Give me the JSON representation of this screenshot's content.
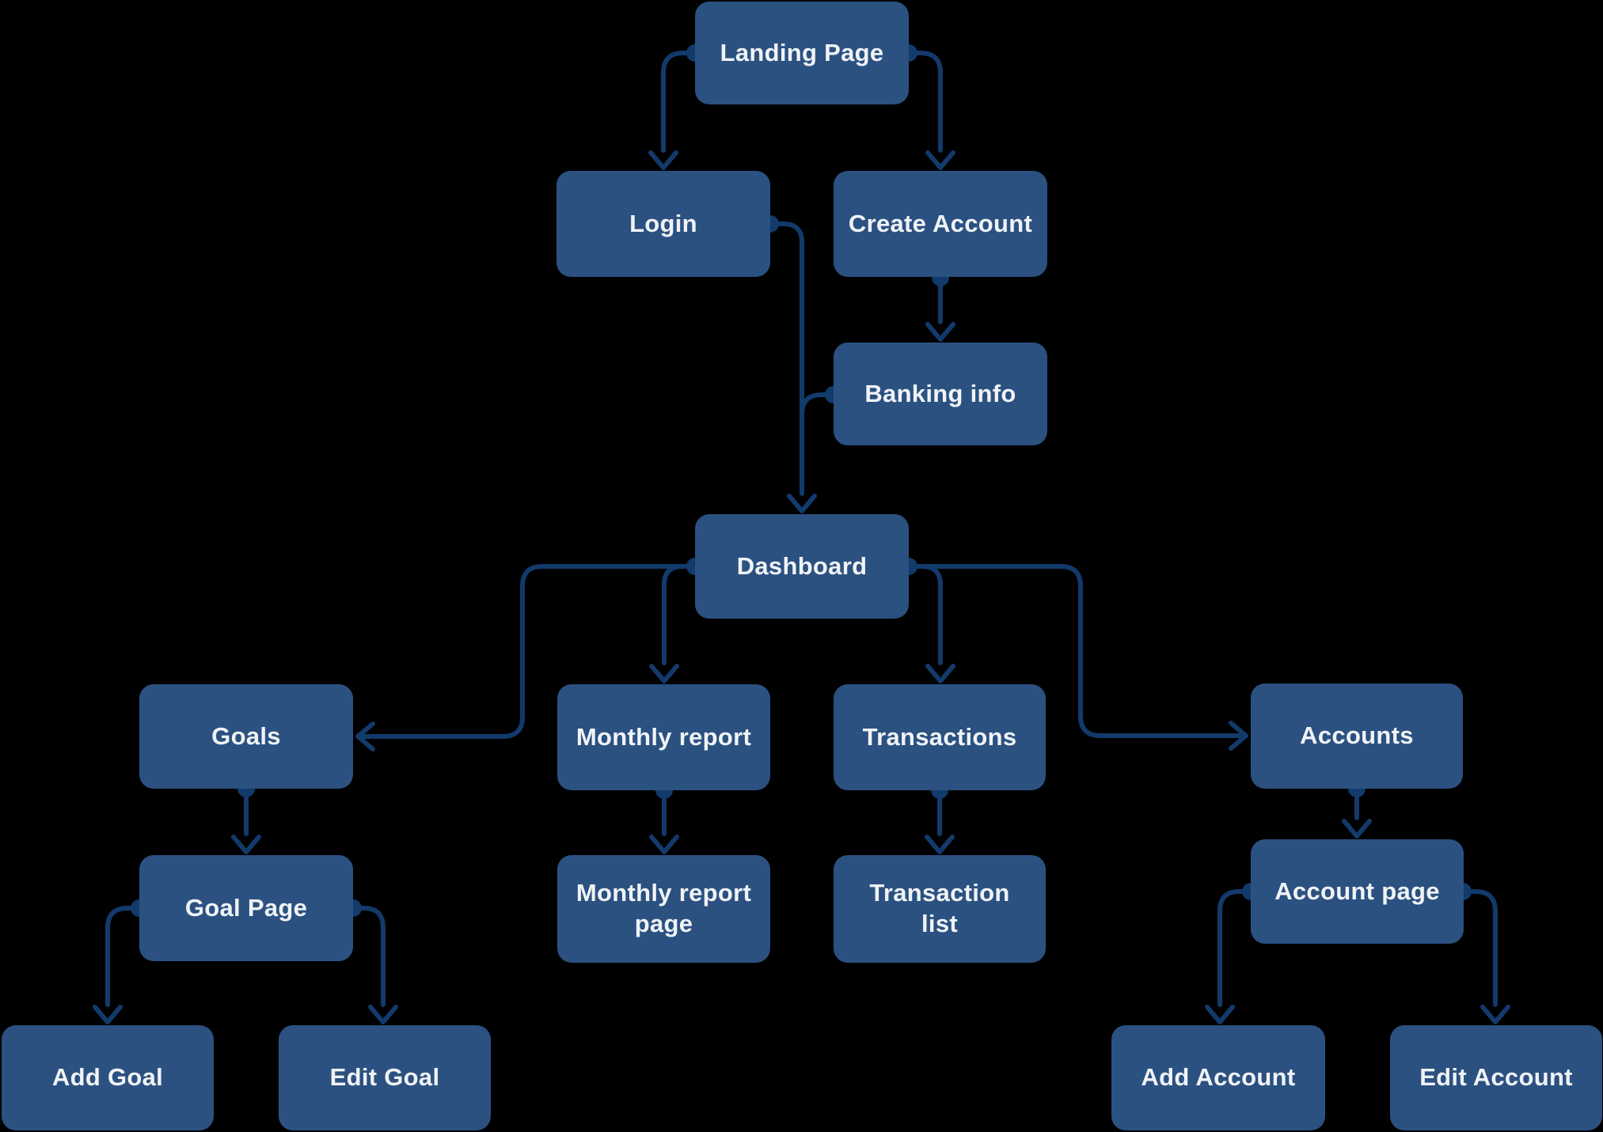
{
  "diagram": {
    "type": "sitemap-flowchart",
    "nodes": {
      "landing_page": {
        "label": "Landing Page"
      },
      "login": {
        "label": "Login"
      },
      "create_account": {
        "label": "Create Account"
      },
      "banking_info": {
        "label": "Banking info"
      },
      "dashboard": {
        "label": "Dashboard"
      },
      "goals": {
        "label": "Goals"
      },
      "monthly_report": {
        "label": "Monthly report"
      },
      "transactions": {
        "label": "Transactions"
      },
      "accounts": {
        "label": "Accounts"
      },
      "goal_page": {
        "label": "Goal Page"
      },
      "monthly_report_page": {
        "label": "Monthly report page"
      },
      "transaction_list": {
        "label": "Transaction list"
      },
      "account_page": {
        "label": "Account page"
      },
      "add_goal": {
        "label": "Add Goal"
      },
      "edit_goal": {
        "label": "Edit Goal"
      },
      "add_account": {
        "label": "Add Account"
      },
      "edit_account": {
        "label": "Edit Account"
      }
    },
    "edges": [
      {
        "from": "landing_page",
        "to": "login"
      },
      {
        "from": "landing_page",
        "to": "create_account"
      },
      {
        "from": "create_account",
        "to": "banking_info"
      },
      {
        "from": "login",
        "to": "dashboard"
      },
      {
        "from": "banking_info",
        "to": "dashboard"
      },
      {
        "from": "dashboard",
        "to": "goals"
      },
      {
        "from": "dashboard",
        "to": "monthly_report"
      },
      {
        "from": "dashboard",
        "to": "transactions"
      },
      {
        "from": "dashboard",
        "to": "accounts"
      },
      {
        "from": "goals",
        "to": "goal_page"
      },
      {
        "from": "goal_page",
        "to": "add_goal"
      },
      {
        "from": "goal_page",
        "to": "edit_goal"
      },
      {
        "from": "monthly_report",
        "to": "monthly_report_page"
      },
      {
        "from": "transactions",
        "to": "transaction_list"
      },
      {
        "from": "accounts",
        "to": "account_page"
      },
      {
        "from": "account_page",
        "to": "add_account"
      },
      {
        "from": "account_page",
        "to": "edit_account"
      }
    ],
    "colors": {
      "background": "#000000",
      "node_fill": "#2b5181",
      "connector": "#123a6b",
      "text": "#f0f3f6"
    }
  }
}
